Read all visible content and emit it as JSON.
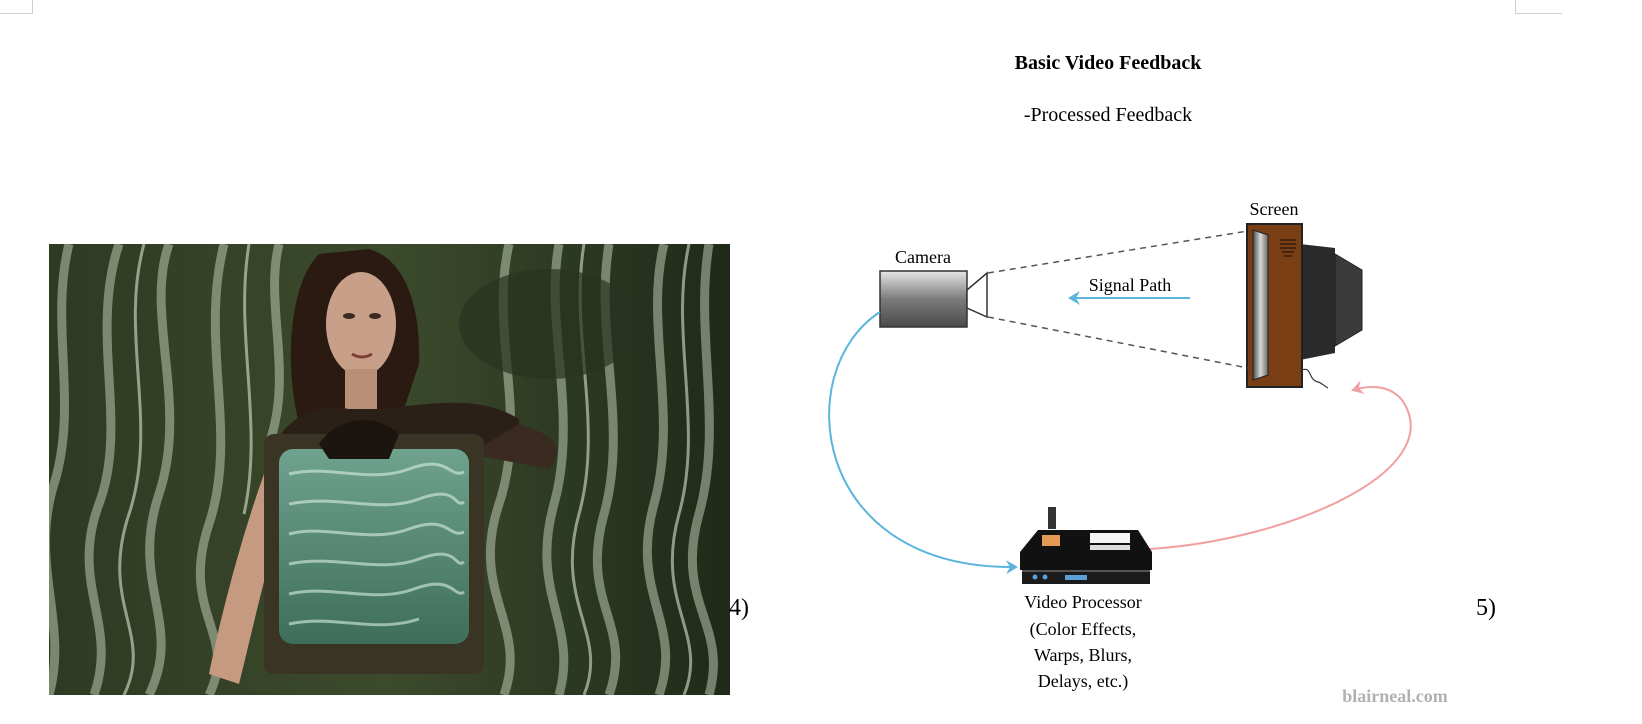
{
  "document": {
    "figure_left_label": "4)",
    "figure_right_label": "5)"
  },
  "diagram": {
    "title": "Basic Video Feedback",
    "subtitle": "-Processed Feedback",
    "camera_label": "Camera",
    "screen_label": "Screen",
    "signal_path_label": "Signal Path",
    "processor_label_lines": [
      "Video Processor",
      "(Color Effects,",
      "Warps, Blurs,",
      "Delays, etc.)"
    ],
    "watermark": "blairneal.com",
    "colors": {
      "camera_to_processor_arrow": "#5ab4dc",
      "processor_to_screen_arrow": "#f0a0a0",
      "signal_path_arrow": "#5ab4dc",
      "screen_cabinet": "#7a3e14"
    }
  },
  "photo": {
    "subject": "performer holding a television displaying video feedback"
  }
}
